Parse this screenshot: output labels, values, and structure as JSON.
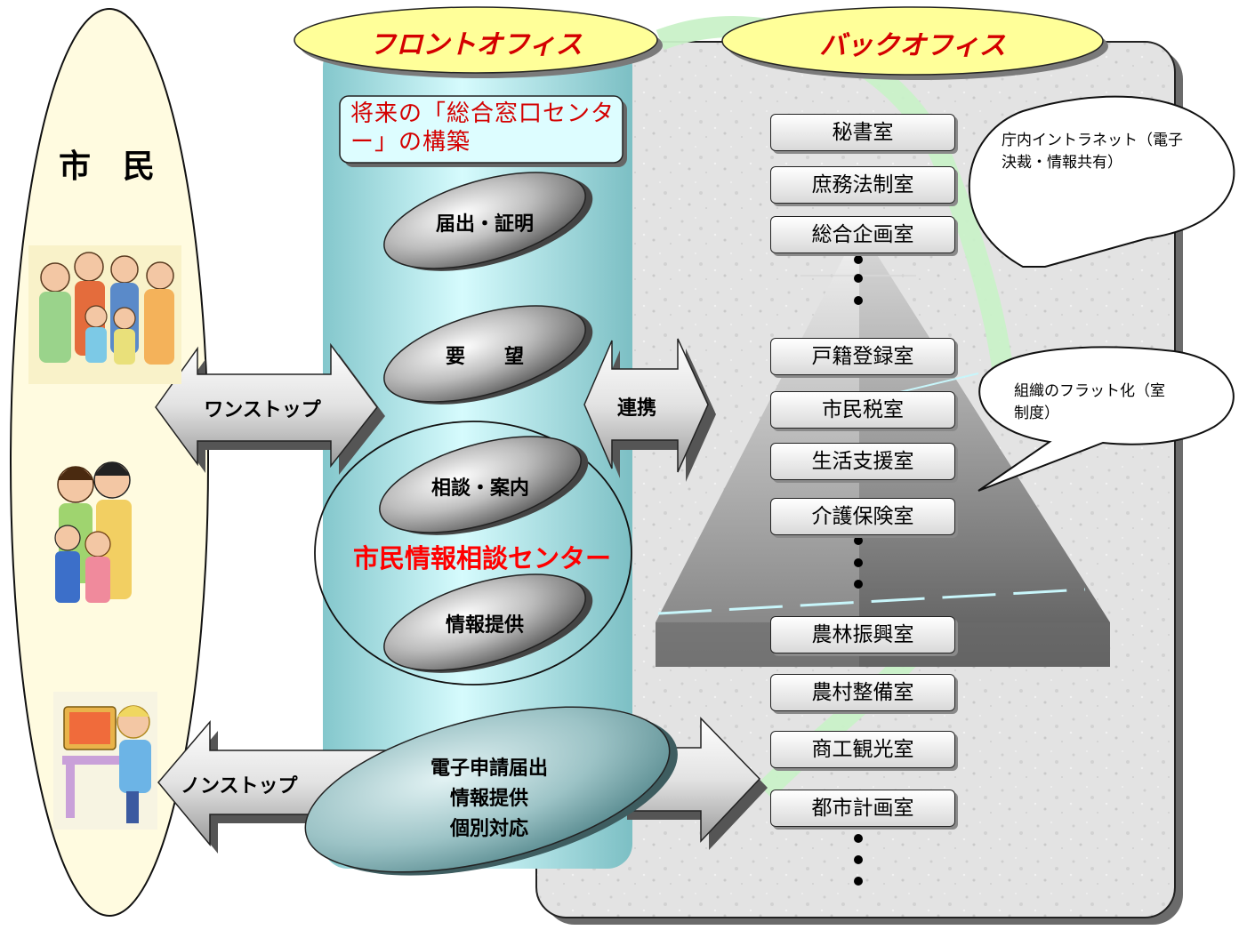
{
  "citizens": {
    "title": "市　民"
  },
  "front_office": {
    "header": "フロントオフィス",
    "future_box": "将来の「総合窓口センター」の構築"
  },
  "back_office": {
    "header": "バックオフィス"
  },
  "services": {
    "notifications": "届出・証明",
    "requests": "要　　望",
    "consultation": "相談・案内",
    "center": "市民情報相談センター",
    "info": "情報提供",
    "electronic": [
      "電子申請届出",
      "情報提供",
      "個別対応"
    ]
  },
  "arrows": {
    "one_stop": "ワンストップ",
    "cooperation": "連携",
    "non_stop": "ノンストップ"
  },
  "bubbles": {
    "intranet": "庁内イントラネット（電子決裁・情報共有）",
    "flat": "組織のフラット化（室制度）"
  },
  "departments": [
    "秘書室",
    "庶務法制室",
    "総合企画室",
    "戸籍登録室",
    "市民税室",
    "生活支援室",
    "介護保険室",
    "農林振興室",
    "農村整備室",
    "商工観光室",
    "都市計画室"
  ],
  "colors": {
    "header_text": "#d40000",
    "center_text": "#ff0000",
    "front_column": "#9fd8dc",
    "ellipse_fill": "#fffbe0"
  }
}
